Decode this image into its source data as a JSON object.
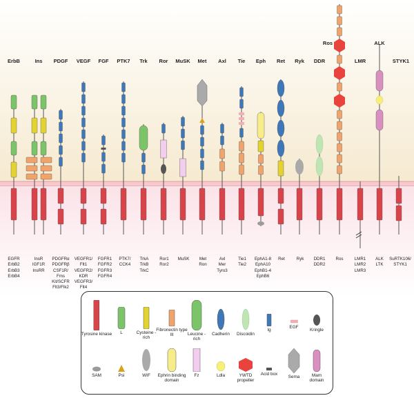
{
  "families": [
    {
      "id": "erbb",
      "label": "ErbB",
      "members": [
        "EGFR",
        "ErbB2",
        "ErbB3",
        "ErbB4"
      ]
    },
    {
      "id": "ins",
      "label": "Ins",
      "members": [
        "InsR",
        "IGF1R",
        "InsRR"
      ]
    },
    {
      "id": "pdgf",
      "label": "PDGF",
      "members": [
        "PDGFRα",
        "PDGFRβ",
        "CSF1R/",
        "Fms",
        "Kit/SCFR",
        "Flt3/Flk2"
      ]
    },
    {
      "id": "vegf",
      "label": "VEGF",
      "members": [
        "VEGFR1/",
        "Flt1",
        "VEGFR2/",
        "KDR",
        "VEGFR3/",
        "Flt4"
      ]
    },
    {
      "id": "fgf",
      "label": "FGF",
      "members": [
        "FGFR1",
        "FGFR2",
        "FGFR3",
        "FGFR4"
      ]
    },
    {
      "id": "ptk7",
      "label": "PTK7",
      "members": [
        "PTK7/",
        "CCK4"
      ]
    },
    {
      "id": "trk",
      "label": "Trk",
      "members": [
        "TrkA",
        "TrkB",
        "TrkC"
      ]
    },
    {
      "id": "ror",
      "label": "Ror",
      "members": [
        "Ror1",
        "Ror2"
      ]
    },
    {
      "id": "musk",
      "label": "MuSK",
      "members": [
        "MuSK"
      ]
    },
    {
      "id": "met",
      "label": "Met",
      "members": [
        "Met",
        "Ron"
      ]
    },
    {
      "id": "axl",
      "label": "Axl",
      "members": [
        "Axl",
        "Mer",
        "Tyro3"
      ]
    },
    {
      "id": "tie",
      "label": "Tie",
      "members": [
        "Tie1",
        "Tie2"
      ]
    },
    {
      "id": "eph",
      "label": "Eph",
      "members": [
        "EphA1-8",
        "EphA10",
        "EphB1-4",
        "EphB6"
      ]
    },
    {
      "id": "ret",
      "label": "Ret",
      "members": [
        "Ret"
      ]
    },
    {
      "id": "ryk",
      "label": "Ryk",
      "members": [
        "Ryk"
      ]
    },
    {
      "id": "ddr",
      "label": "DDR",
      "members": [
        "DDR1",
        "DDR2"
      ]
    },
    {
      "id": "ros",
      "label": "Ros",
      "members": [
        "Ros"
      ]
    },
    {
      "id": "lmr",
      "label": "LMR",
      "members": [
        "LMR1",
        "LMR2",
        "LMR3"
      ]
    },
    {
      "id": "alk",
      "label": "ALK",
      "members": [
        "ALK",
        "LTK"
      ]
    },
    {
      "id": "styk1",
      "label": "STYK1",
      "members": [
        "SuRTK106/",
        "STYK1"
      ]
    }
  ],
  "legend": [
    {
      "label": "Tyrosine kinase",
      "icon": "tyrosine-kinase-icon",
      "color": "#d9434a"
    },
    {
      "label": "L",
      "icon": "l-domain-icon",
      "color": "#7cc46a"
    },
    {
      "label": "Cysteine -rich",
      "icon": "cysteine-rich-icon",
      "color": "#e3d331"
    },
    {
      "label": "Fibronectin type III",
      "icon": "fibronectin-icon",
      "color": "#f0a46c"
    },
    {
      "label": "Leucine -rich",
      "icon": "leucine-rich-icon",
      "color": "#7cc46a"
    },
    {
      "label": "Cadherin",
      "icon": "cadherin-icon",
      "color": "#3f78b8"
    },
    {
      "label": "Discoidin",
      "icon": "discoidin-icon",
      "color": "#bfe5b4"
    },
    {
      "label": "Ig",
      "icon": "ig-icon",
      "color": "#3f78b8"
    },
    {
      "label": "EGF",
      "icon": "egf-icon",
      "color": "#f4aeb6"
    },
    {
      "label": "Kringle",
      "icon": "kringle-icon",
      "color": "#555555"
    },
    {
      "label": "SAM",
      "icon": "sam-icon",
      "color": "#9b9b9b"
    },
    {
      "label": "Psi",
      "icon": "psi-icon",
      "color": "#d9a21c"
    },
    {
      "label": "WIF",
      "icon": "wif-icon",
      "color": "#aaaaaa"
    },
    {
      "label": "Ephrin binding domain",
      "icon": "ephrin-binding-icon",
      "color": "#f6ec8a"
    },
    {
      "label": "Fz",
      "icon": "fz-icon",
      "color": "#f3cdee"
    },
    {
      "label": "Ldla",
      "icon": "ldla-icon",
      "color": "#f6f07a"
    },
    {
      "label": "YWTD propeller",
      "icon": "ywtd-propeller-icon",
      "color": "#e8433c"
    },
    {
      "label": "Acid box",
      "icon": "acid-box-icon",
      "color": "#555555"
    },
    {
      "label": "Sema",
      "icon": "sema-icon",
      "color": "#aaaaaa"
    },
    {
      "label": "Mam domain",
      "icon": "mam-domain-icon",
      "color": "#d98fc0"
    }
  ],
  "colors": {
    "extracellular_top": "#ffffff",
    "extracellular_bottom": "#f6ead0",
    "membrane": "#f6c9cf",
    "membrane_line": "#dd8891",
    "cytoplasm_top": "#fbe3e8",
    "cytoplasm_bottom": "#ffffff"
  }
}
